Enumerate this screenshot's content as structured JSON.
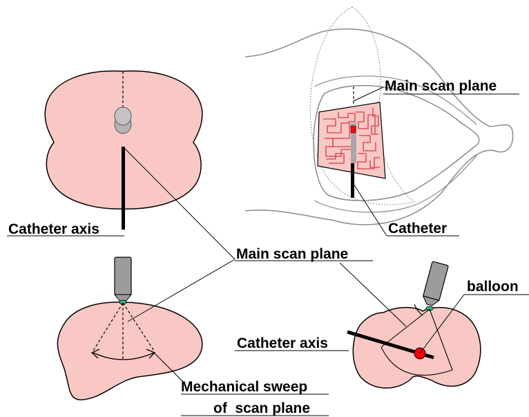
{
  "labels": {
    "catheter_axis_top": "Catheter axis",
    "main_scan_plane_top": "Main scan plane",
    "catheter": "Catheter",
    "main_scan_plane_center": "Main scan plane",
    "balloon": "balloon",
    "catheter_axis_bottom": "Catheter axis",
    "mechanical_sweep_line1": "Mechanical sweep",
    "mechanical_sweep_line2": "of  scan plane"
  },
  "colors": {
    "tissue": "#f9c8c4",
    "gyri": "#e47a83",
    "probe": "#9c9c9c",
    "probe_tip": "#2fb88a",
    "balloon": "#ff0000",
    "outline": "#8a8a8a"
  }
}
